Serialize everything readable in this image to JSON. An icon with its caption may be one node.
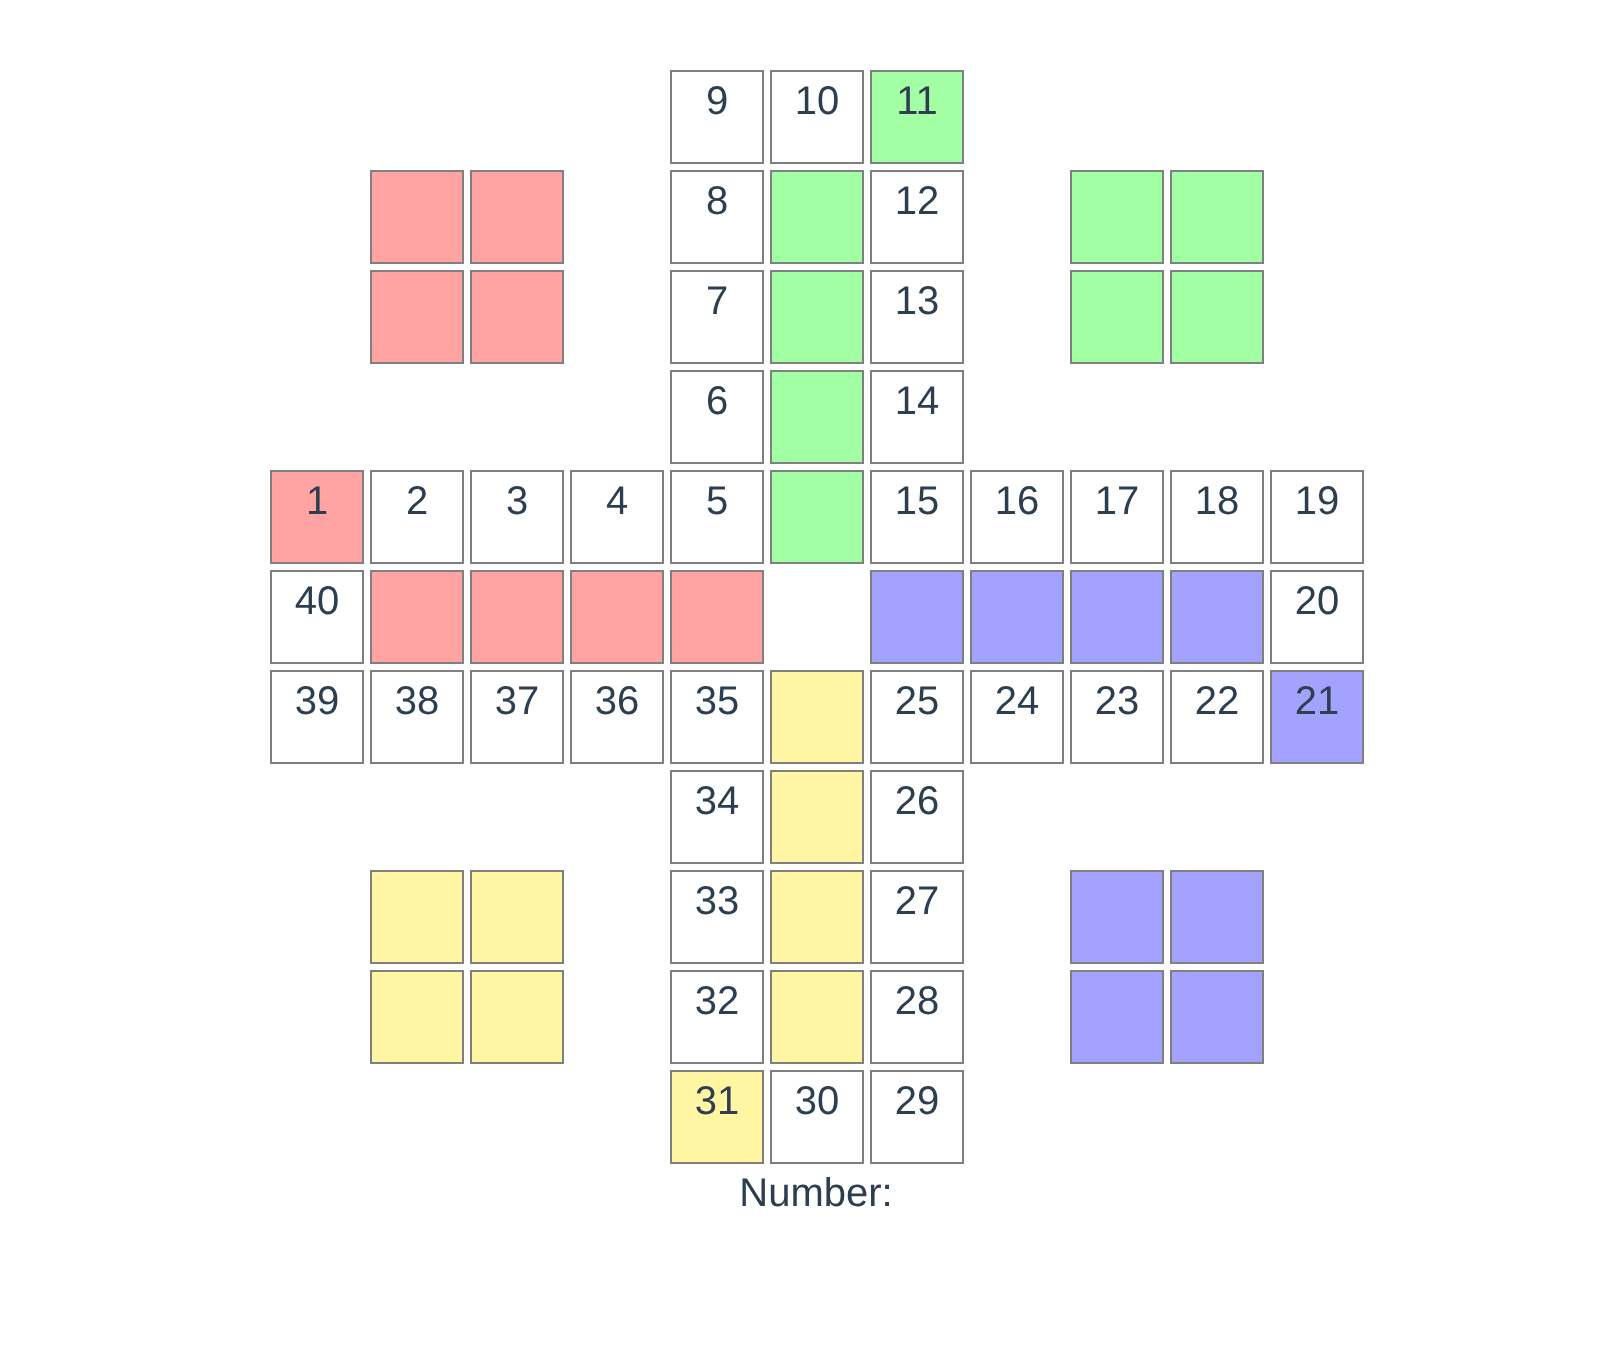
{
  "diagram": {
    "nodes": [
      {
        "text": [
          "9"
        ]
      },
      {
        "text": [
          "10"
        ]
      },
      {
        "text": [
          "11"
        ]
      },
      {
        "text": [],
        "shape": "box"
      },
      {
        "text": [],
        "shape": "box"
      },
      {
        "text": [
          "8"
        ]
      },
      {
        "text": [],
        "shape": "box"
      },
      {
        "text": [
          "12"
        ]
      },
      {
        "text": [],
        "shape": "box"
      },
      {
        "text": [],
        "shape": "box"
      },
      {
        "text": [],
        "shape": "box"
      },
      {
        "text": [],
        "shape": "box"
      },
      {
        "text": [
          "7"
        ]
      },
      {
        "text": [],
        "shape": "box"
      },
      {
        "text": [
          "13"
        ]
      },
      {
        "text": [],
        "shape": "box"
      },
      {
        "text": [],
        "shape": "box"
      },
      {
        "text": [
          "6"
        ]
      },
      {
        "text": [],
        "shape": "box"
      },
      {
        "text": [
          "14"
        ]
      },
      {
        "text": [
          "1"
        ]
      },
      {
        "text": [
          "2"
        ]
      },
      {
        "text": [
          "3"
        ]
      },
      {
        "text": [
          "4"
        ]
      },
      {
        "text": [
          "5"
        ]
      },
      {
        "text": [],
        "shape": "box"
      },
      {
        "text": [
          "15"
        ]
      },
      {
        "text": [
          "16"
        ]
      },
      {
        "text": [
          "17"
        ]
      },
      {
        "text": [
          "18"
        ]
      },
      {
        "text": [
          "19"
        ]
      },
      {
        "text": [
          "40"
        ]
      },
      {
        "text": [],
        "shape": "box"
      },
      {
        "text": [],
        "shape": "box"
      },
      {
        "text": [],
        "shape": "box"
      },
      {
        "text": [],
        "shape": "box"
      },
      {
        "text": [],
        "shape": "box"
      },
      {
        "text": [],
        "shape": "box"
      },
      {
        "text": [],
        "shape": "box"
      },
      {
        "text": [],
        "shape": "box"
      },
      {
        "text": [
          "20"
        ]
      },
      {
        "text": [
          "39"
        ]
      },
      {
        "text": [
          "38"
        ]
      },
      {
        "text": [
          "37"
        ]
      },
      {
        "text": [
          "36"
        ]
      },
      {
        "text": [
          "35"
        ]
      },
      {
        "text": [],
        "shape": "box"
      },
      {
        "text": [
          "25"
        ]
      },
      {
        "text": [
          "24"
        ]
      },
      {
        "text": [
          "23"
        ]
      },
      {
        "text": [
          "22"
        ]
      },
      {
        "text": [
          "21"
        ]
      },
      {
        "text": [
          "34"
        ]
      },
      {
        "text": [],
        "shape": "box"
      },
      {
        "text": [
          "26"
        ]
      },
      {
        "text": [],
        "shape": "box"
      },
      {
        "text": [],
        "shape": "box"
      },
      {
        "text": [
          "33"
        ]
      },
      {
        "text": [],
        "shape": "box"
      },
      {
        "text": [
          "27"
        ]
      },
      {
        "text": [],
        "shape": "box"
      },
      {
        "text": [],
        "shape": "box"
      },
      {
        "text": [],
        "shape": "box"
      },
      {
        "text": [],
        "shape": "box"
      },
      {
        "text": [
          "32"
        ]
      },
      {
        "text": [],
        "shape": "box"
      },
      {
        "text": [
          "28"
        ]
      },
      {
        "text": [],
        "shape": "box"
      },
      {
        "text": [],
        "shape": "box"
      },
      {
        "text": [
          "31"
        ]
      },
      {
        "text": [
          "30"
        ]
      },
      {
        "text": [
          "29"
        ]
      }
    ],
    "labels": [
      "Number:"
    ]
  }
}
